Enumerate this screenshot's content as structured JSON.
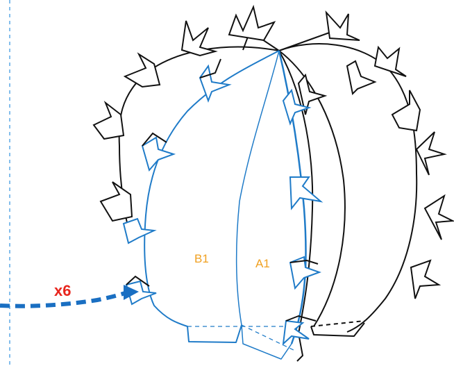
{
  "labels": {
    "panel_b": "B1",
    "panel_a": "A1",
    "multiplier": "x6"
  },
  "colors": {
    "outline_black": "#111111",
    "outline_blue": "#1f7bc8",
    "arrow_blue": "#1a6fc2",
    "guide_dash": "#5aa9e6",
    "label_orange": "#f0a020",
    "multiplier_red": "#e8261e"
  },
  "icons": {
    "spine": "four-point-star-spine",
    "arrow": "curved-dashed-arrow"
  }
}
